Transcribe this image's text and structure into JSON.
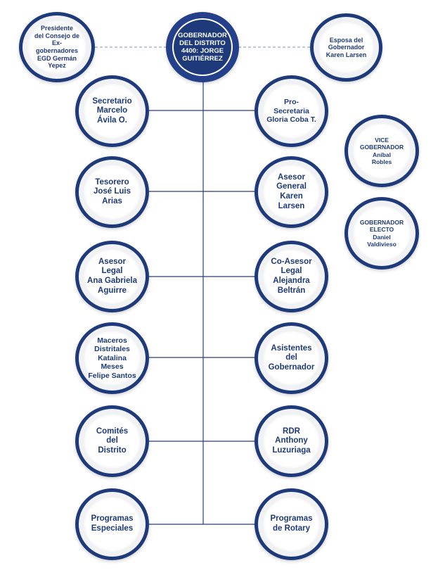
{
  "root": {
    "label": "GOBERNADOR\nDEL DISTRITO\n4400: JORGE\nGUITIÉRREZ"
  },
  "top_left": {
    "label": "Presidente\ndel Consejo de\nEx-gobernadores\nEGD Germán\nYepez"
  },
  "top_right": {
    "label": "Esposa del\nGobernador\nKaren Larsen"
  },
  "left": [
    {
      "label": "Secretario\nMarcelo\nÁvila O."
    },
    {
      "label": "Tesorero\nJosé Luis\nArias"
    },
    {
      "label": "Asesor Legal\nAna Gabriela\nAguirre"
    },
    {
      "label": "Maceros\nDistritales\nKatalina Meses\nFelipe Santos"
    },
    {
      "label": "Comités\ndel\nDistrito"
    },
    {
      "label": "Programas\nEspeciales"
    }
  ],
  "right": [
    {
      "label": "Pro-Secretaria\nGloria Coba T."
    },
    {
      "label": "Asesor\nGeneral\nKaren\nLarsen"
    },
    {
      "label": "Co-Asesor\nLegal\nAlejandra\nBeltrán"
    },
    {
      "label": "Asistentes\ndel\nGobernador"
    },
    {
      "label": "RDR\nAnthony\nLuzuriaga"
    },
    {
      "label": "Programas\nde Rotary"
    }
  ],
  "side": [
    {
      "label": "VICE\nGOBERNADOR\nAníbal\nRobles"
    },
    {
      "label": "GOBERNADOR\nELECTO\nDaniel\nValdivieso"
    }
  ],
  "colors": {
    "navy": "#1f3a7a",
    "line": "#2a3f74",
    "dashed": "#8a94a8"
  }
}
